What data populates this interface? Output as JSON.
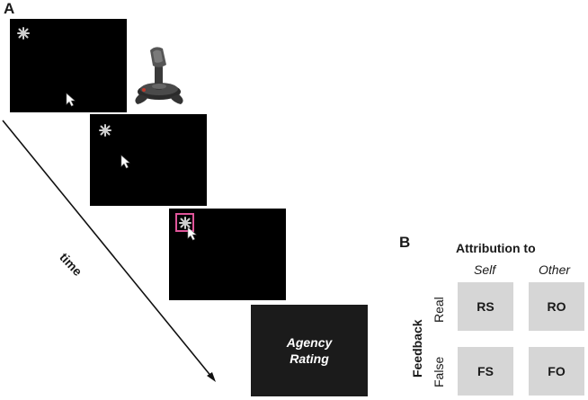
{
  "panels": {
    "a": "A",
    "b": "B"
  },
  "timeline": {
    "time_label": "time",
    "rating_line1": "Agency",
    "rating_line2": "Rating"
  },
  "icons": [
    "asterisk-icon",
    "cursor-arrow-icon",
    "joystick-icon",
    "time-arrow-icon"
  ],
  "colors": {
    "screen": "#000000",
    "highlight": "#e0559a",
    "cell": "#d6d6d6"
  },
  "design": {
    "attribution_title": "Attribution to",
    "columns": [
      "Self",
      "Other"
    ],
    "feedback_label": "Feedback",
    "rows": [
      "Real",
      "False"
    ],
    "cells": {
      "rs": "RS",
      "ro": "RO",
      "fs": "FS",
      "fo": "FO"
    }
  }
}
